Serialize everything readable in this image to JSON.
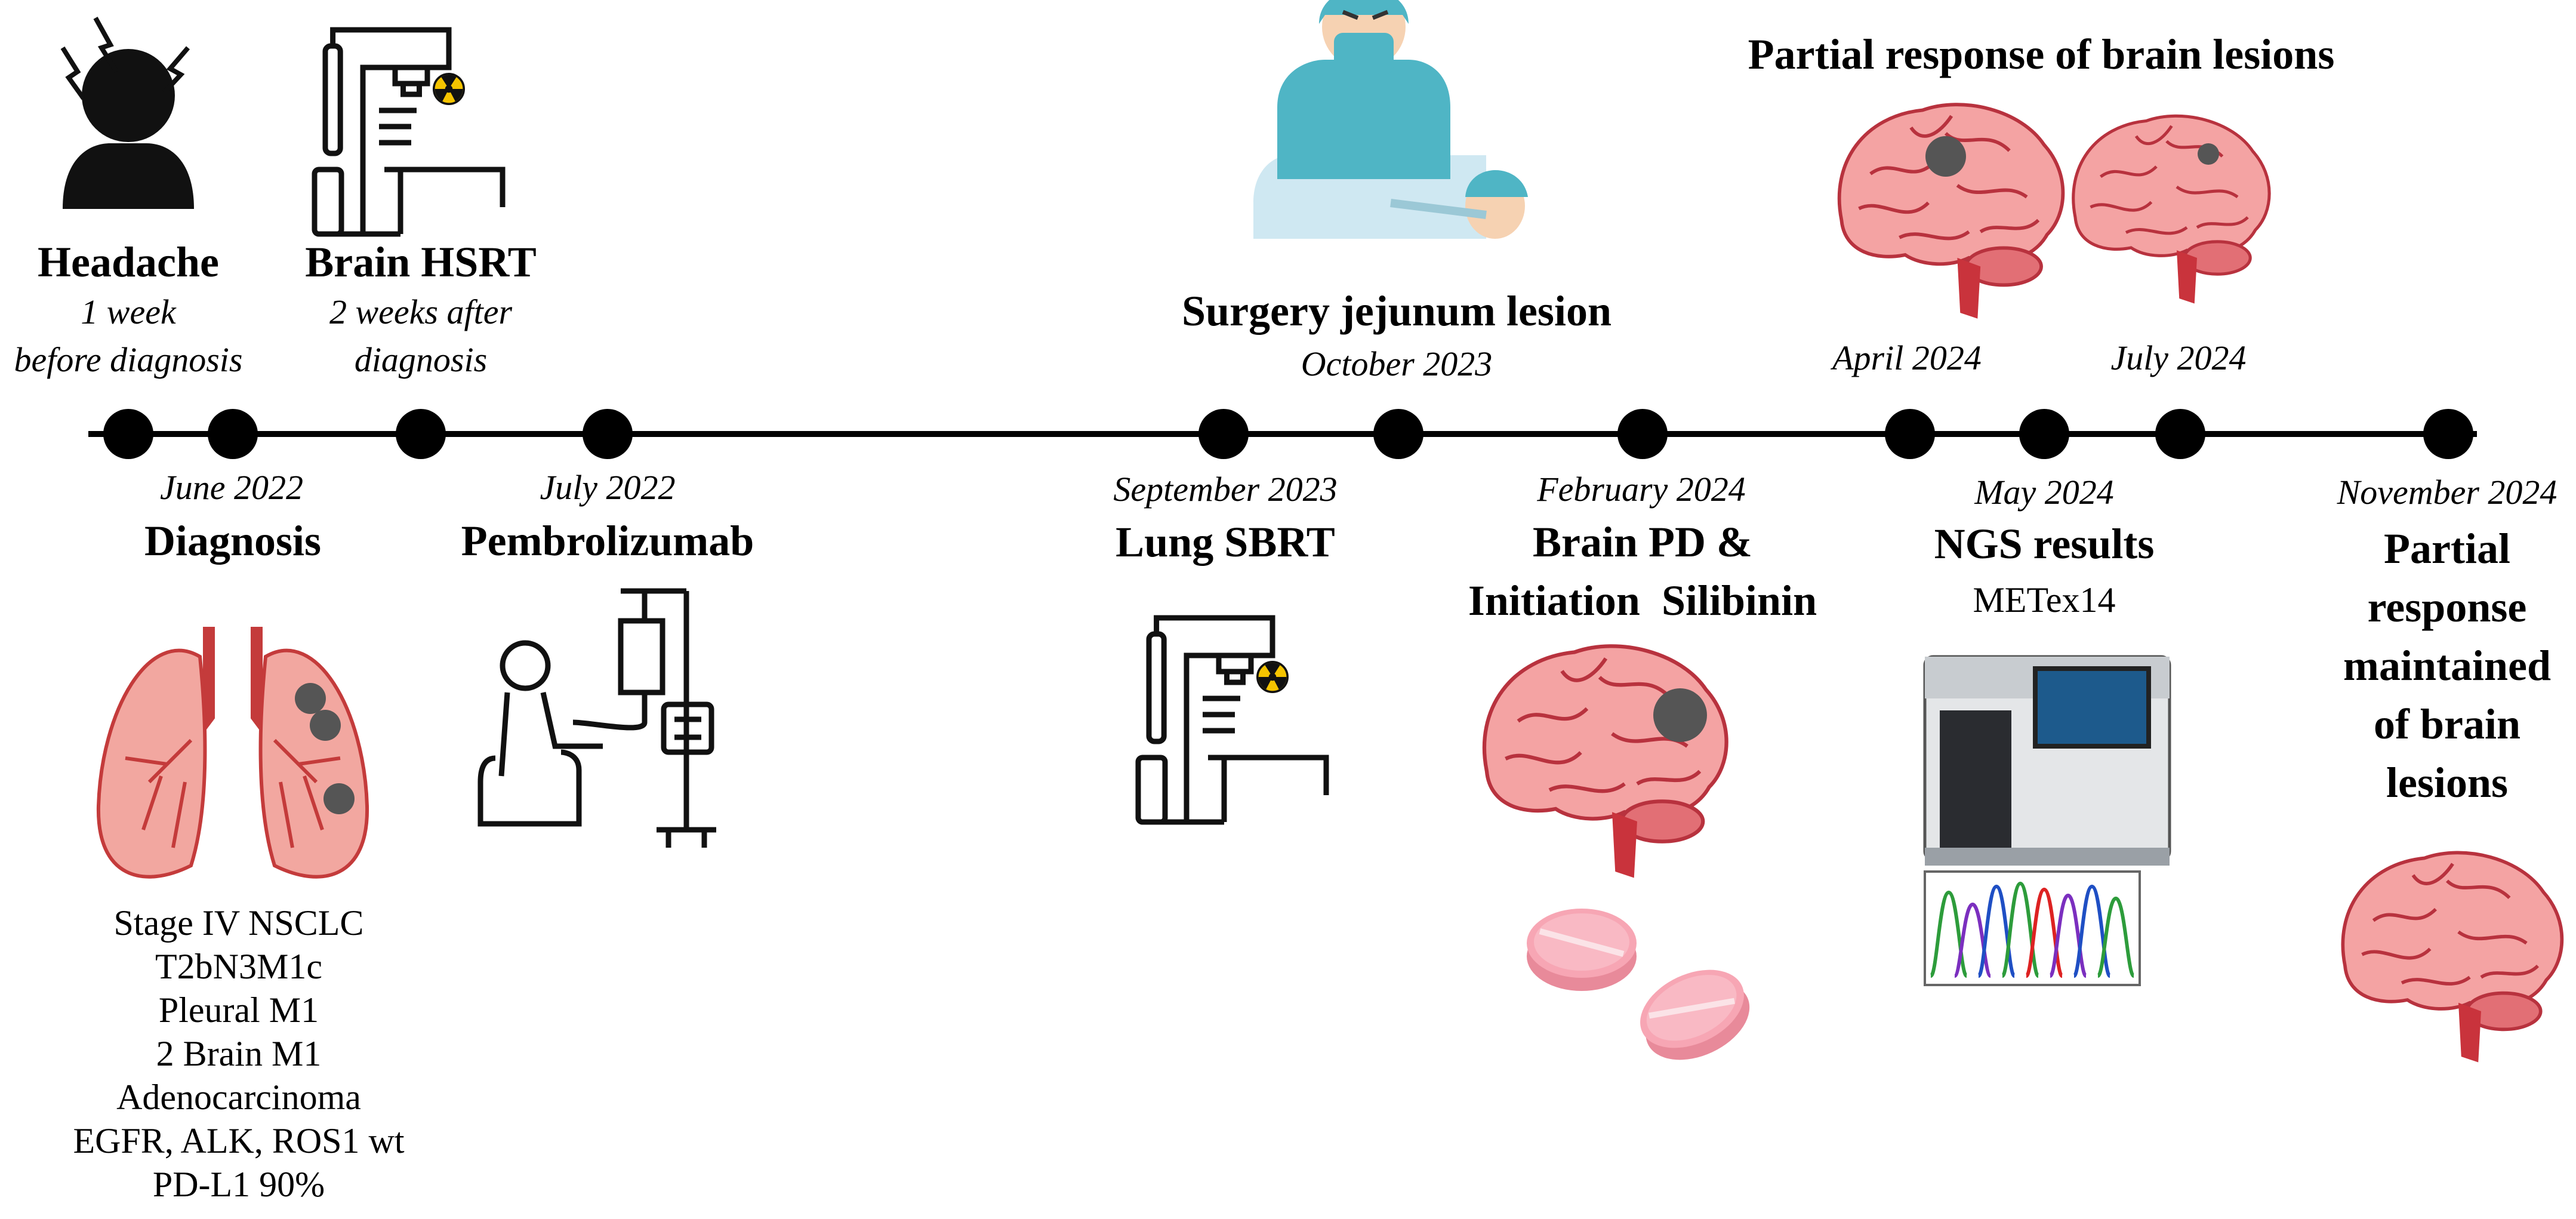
{
  "events": {
    "headache": {
      "title": "Headache",
      "date_lines": [
        "1 week",
        "before diagnosis"
      ]
    },
    "diagnosis": {
      "date": "June 2022",
      "title": "Diagnosis",
      "details": [
        "Stage IV NSCLC",
        "T2bN3M1c",
        "Pleural M1",
        "2 Brain M1",
        "Adenocarcinoma",
        "EGFR, ALK, ROS1 wt",
        "PD-L1 90%"
      ]
    },
    "brain_hsrt": {
      "title": "Brain HSRT",
      "date_lines": [
        "2 weeks after",
        "diagnosis"
      ]
    },
    "pembrolizumab": {
      "date": "July 2022",
      "title": "Pembrolizumab"
    },
    "lung_sbrt": {
      "date": "September 2023",
      "title": "Lung SBRT"
    },
    "surgery": {
      "title": "Surgery jejunum lesion",
      "date": "October 2023"
    },
    "brain_pd": {
      "date": "February 2024",
      "title_lines": [
        "Brain PD &",
        "Initiation  Silibinin"
      ]
    },
    "april": {
      "date": "April 2024"
    },
    "ngs": {
      "date": "May 2024",
      "title": "NGS results",
      "detail": "METex14"
    },
    "july2024": {
      "date": "July 2024"
    },
    "partial_response": {
      "title": "Partial response of brain lesions"
    },
    "november": {
      "date": "November 2024",
      "title_lines": [
        "Partial",
        "response",
        "maintained",
        "of brain",
        "lesions"
      ]
    }
  },
  "icons": [
    "headache-person-icon",
    "radiotherapy-machine-icon",
    "surgery-icon",
    "brain-icon",
    "lungs-icon",
    "infusion-icon",
    "pill-icon",
    "sequencer-icon",
    "chromatogram-icon",
    "radiation-icon"
  ],
  "colors": {
    "brain": "#f4a3a3",
    "brain_stroke": "#b8323e",
    "lung": "#f2a7a0",
    "lesion": "#555555",
    "pill": "#f7a6b4",
    "surgery_teal": "#4fb5c5"
  }
}
